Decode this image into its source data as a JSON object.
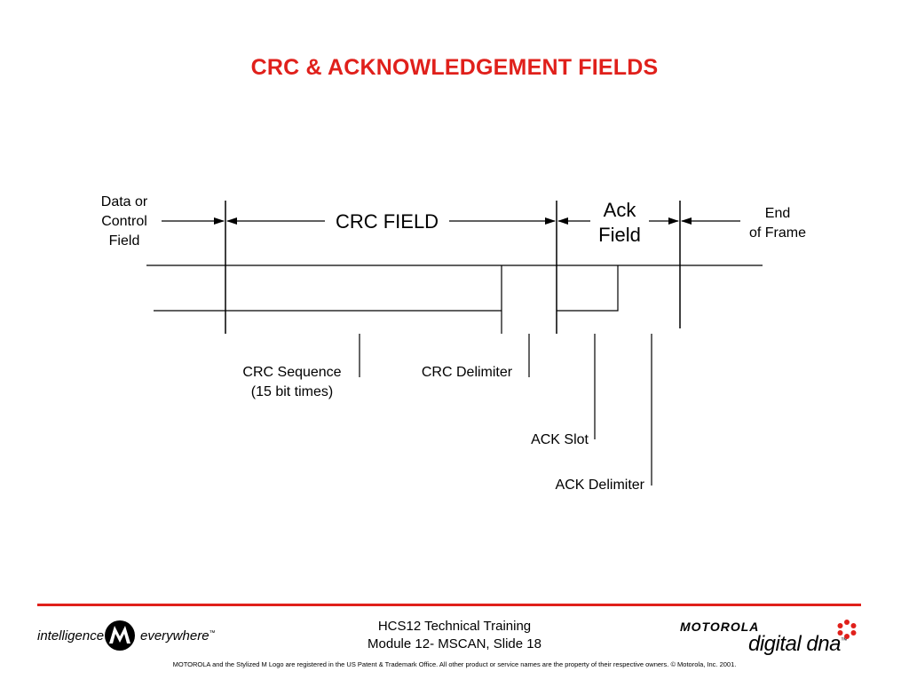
{
  "title": "CRC & ACKNOWLEDGEMENT FIELDS",
  "colors": {
    "accent": "#e0201b",
    "line": "#000000"
  },
  "diagram": {
    "data_or_control": [
      "Data or",
      "Control",
      "Field"
    ],
    "crc_field": "CRC FIELD",
    "ack_field": [
      "Ack",
      "Field"
    ],
    "end_of_frame": [
      "End",
      "of Frame"
    ],
    "crc_sequence": [
      "CRC Sequence",
      "(15 bit times)"
    ],
    "crc_delimiter": "CRC Delimiter",
    "ack_slot": "ACK Slot",
    "ack_delimiter": "ACK Delimiter"
  },
  "footer": {
    "training_line1": "HCS12 Technical Training",
    "training_line2": "Module 12- MSCAN, Slide 18",
    "legal": "MOTOROLA and the Stylized M Logo are registered in the US Patent & Trademark Office. All other  product or service names are the property of their respective owners.  © Motorola, Inc. 2001.",
    "tagline_left": "intelligence",
    "tagline_right": "everywhere",
    "tm": "™",
    "brand": "MOTOROLA",
    "product": "digital dna",
    "product_tm": "™"
  }
}
